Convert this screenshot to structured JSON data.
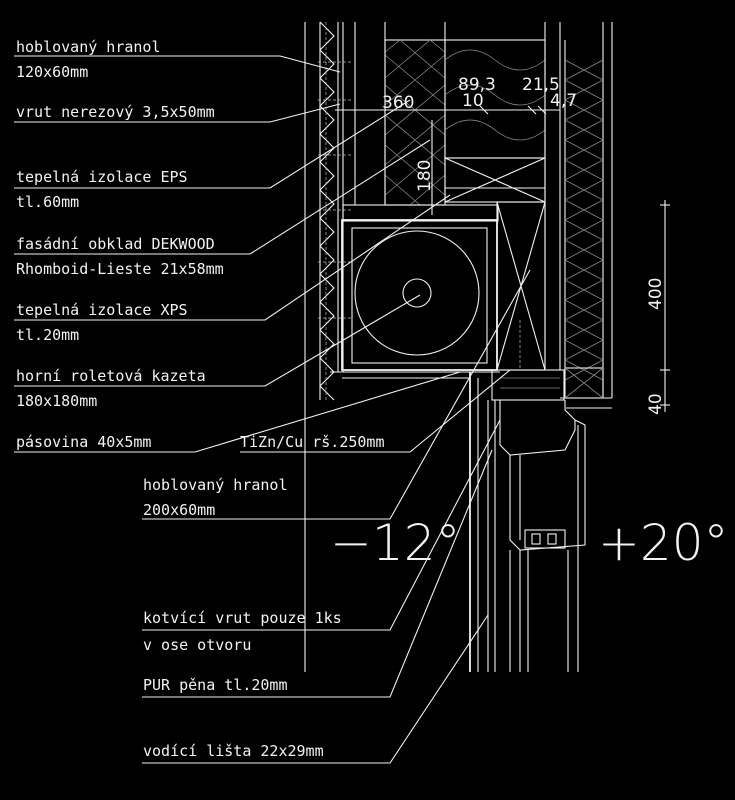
{
  "labels": [
    {
      "line1": "hoblovaný hranol",
      "line2": "120x60mm"
    },
    {
      "line1": "vrut nerezový 3,5x50mm",
      "line2": ""
    },
    {
      "line1": "tepelná izolace EPS",
      "line2": "tl.60mm"
    },
    {
      "line1": "fasádní obklad DEKWOOD",
      "line2": "Rhomboid-Lieste 21x58mm"
    },
    {
      "line1": "tepelná izolace XPS",
      "line2": "tl.20mm"
    },
    {
      "line1": "horní roletová kazeta",
      "line2": "180x180mm"
    },
    {
      "line1": "pásovina 40x5mm",
      "line2": ""
    },
    {
      "line1": "TiZn/Cu rš.250mm",
      "line2": ""
    },
    {
      "line1": "hoblovaný hranol",
      "line2": "200x60mm"
    },
    {
      "line1": "kotvící vrut pouze 1ks",
      "line2": "v ose otvoru"
    },
    {
      "line1": "PUR pěna tl.20mm",
      "line2": ""
    },
    {
      "line1": "vodící lišta 22x29mm",
      "line2": ""
    }
  ],
  "dimensions": {
    "d360": "360",
    "d89_3": "89,3",
    "d21_5": "21,5",
    "d10": "10",
    "d4_7": "4,7",
    "d180": "180",
    "d400": "400",
    "d40": "40"
  },
  "temperatures": {
    "outside": "−12°",
    "inside": "+20°"
  }
}
